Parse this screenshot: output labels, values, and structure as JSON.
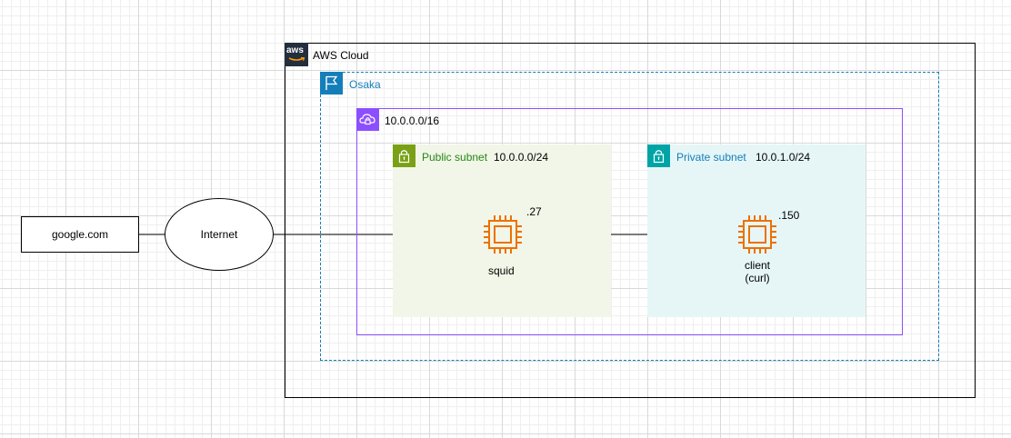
{
  "aws_cloud": {
    "label": "AWS Cloud",
    "logo_text": "aws"
  },
  "region": {
    "label": "Osaka"
  },
  "vpc": {
    "label": "10.0.0.0/16"
  },
  "public_subnet": {
    "label": "Public subnet",
    "cidr": "10.0.0.0/24"
  },
  "private_subnet": {
    "label": "Private subnet",
    "cidr": "10.0.1.0/24"
  },
  "squid": {
    "name": "squid",
    "ip": ".27"
  },
  "client": {
    "name": "client",
    "name_line2": "(curl)",
    "ip": ".150"
  },
  "google": {
    "label": "google.com"
  },
  "internet": {
    "label": "Internet"
  },
  "colors": {
    "aws_dark": "#232f3e",
    "region": "#147eba",
    "vpc": "#8c4fff",
    "public_subnet": "#7aa116",
    "public_text": "#248814",
    "private_subnet": "#00a4a6",
    "private_text": "#147eba",
    "ec2": "#ed7100"
  }
}
